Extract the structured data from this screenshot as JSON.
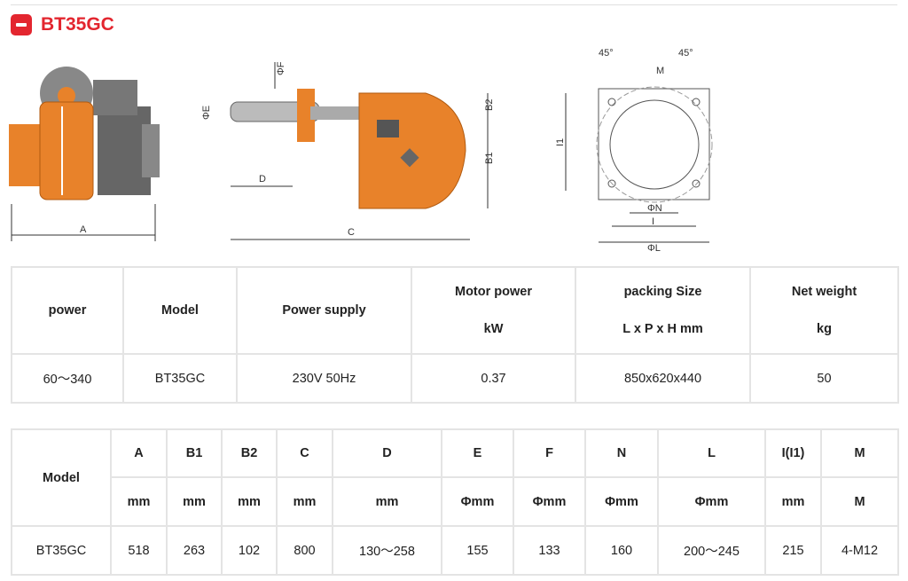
{
  "title": "BT35GC",
  "drawing_labels": {
    "a": "A",
    "c": "C",
    "d": "D",
    "b1": "B1",
    "b2": "B2",
    "phi_e": "ΦE",
    "phi_f": "ΦF",
    "angle1": "45°",
    "angle2": "45°",
    "m": "M",
    "i1": "I1",
    "phi_n": "ΦN",
    "i": "I",
    "phi_l": "ΦL"
  },
  "table1": {
    "headers": [
      {
        "l1": "power"
      },
      {
        "l1": "Model"
      },
      {
        "l1": "Power supply"
      },
      {
        "l1": "Motor power",
        "l2": "kW"
      },
      {
        "l1": "packing Size",
        "l2": "L x P x H mm"
      },
      {
        "l1": "Net weight",
        "l2": "kg"
      }
    ],
    "row": [
      "60～340",
      "BT35GC",
      "230V 50Hz",
      "0.37",
      "850x620x440",
      "50"
    ]
  },
  "table2": {
    "model_header": "Model",
    "headers": [
      "A",
      "B1",
      "B2",
      "C",
      "D",
      "E",
      "F",
      "N",
      "L",
      "I(I1)",
      "M"
    ],
    "units": [
      "mm",
      "mm",
      "mm",
      "mm",
      "mm",
      "Φmm",
      "Φmm",
      "Φmm",
      "Φmm",
      "mm",
      "M"
    ],
    "row": [
      "BT35GC",
      "518",
      "263",
      "102",
      "800",
      "130～258",
      "155",
      "133",
      "160",
      "200～245",
      "215",
      "4-M12"
    ]
  }
}
